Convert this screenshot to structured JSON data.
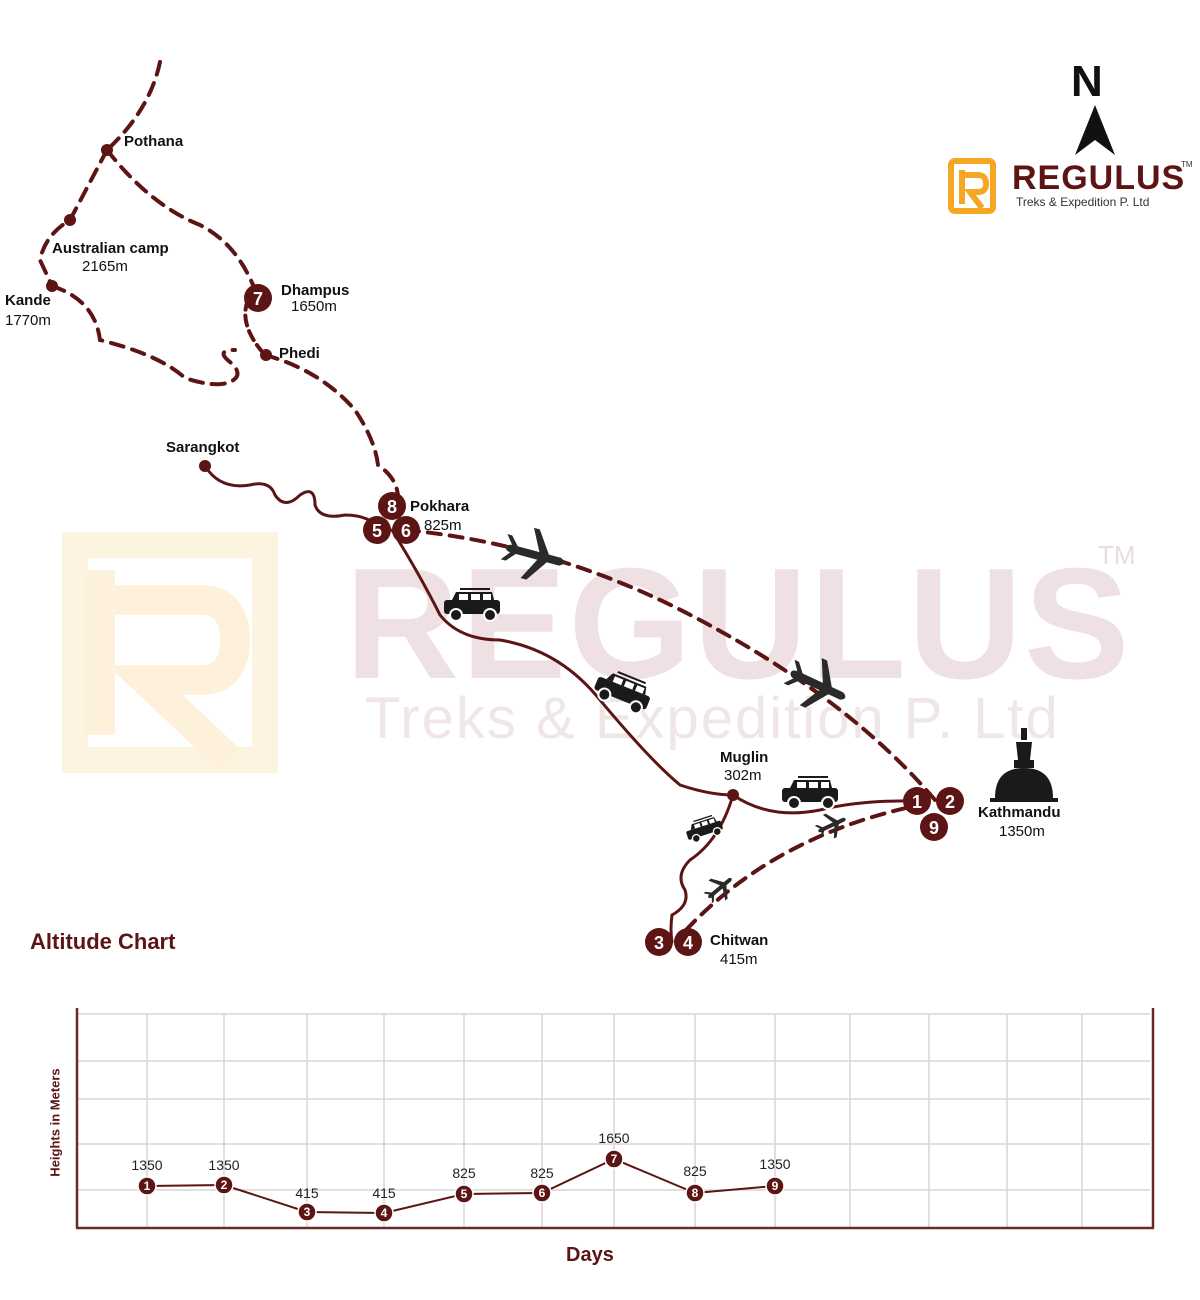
{
  "brand": {
    "name": "REGULUS",
    "tagline": "Treks & Expedition P. Ltd",
    "trademark": "TM",
    "logo_color": "#f5a623",
    "name_color": "#5c1414"
  },
  "compass": {
    "label": "N"
  },
  "watermark": {
    "title": "REGULUS",
    "subtitle": "Treks & Expedition P. Ltd",
    "trademark": "TM"
  },
  "colors": {
    "route": "#5c1414",
    "icon": "#1a1a1a",
    "grid": "#d9d2d4"
  },
  "map": {
    "places": [
      {
        "name": "Pothana",
        "altitude": ""
      },
      {
        "name": "Australian camp",
        "altitude": "2165m"
      },
      {
        "name": "Kande",
        "altitude": "1770m"
      },
      {
        "name": "Dhampus",
        "altitude": "1650m"
      },
      {
        "name": "Phedi",
        "altitude": ""
      },
      {
        "name": "Sarangkot",
        "altitude": ""
      },
      {
        "name": "Pokhara",
        "altitude": "825m"
      },
      {
        "name": "Muglin",
        "altitude": "302m"
      },
      {
        "name": "Kathmandu",
        "altitude": "1350m"
      },
      {
        "name": "Chitwan",
        "altitude": "415m"
      }
    ],
    "day_markers": {
      "pokhara": [
        "8",
        "5",
        "6"
      ],
      "dhampus": [
        "7"
      ],
      "kathmandu": [
        "1",
        "2",
        "9"
      ],
      "chitwan": [
        "3",
        "4"
      ]
    },
    "legend_icons": [
      "jeep-icon",
      "airplane-icon",
      "stupa-icon"
    ]
  },
  "altitude_chart": {
    "title": "Altitude Chart",
    "y_label": "Heights in Meters",
    "x_label": "Days",
    "points": [
      {
        "day": "1",
        "value": "1350"
      },
      {
        "day": "2",
        "value": "1350"
      },
      {
        "day": "3",
        "value": "415"
      },
      {
        "day": "4",
        "value": "415"
      },
      {
        "day": "5",
        "value": "825"
      },
      {
        "day": "6",
        "value": "825"
      },
      {
        "day": "7",
        "value": "1650"
      },
      {
        "day": "8",
        "value": "825"
      },
      {
        "day": "9",
        "value": "1350"
      }
    ]
  },
  "chart_data": {
    "type": "line",
    "title": "Altitude Chart",
    "xlabel": "Days",
    "ylabel": "Heights in Meters",
    "categories": [
      "1",
      "2",
      "3",
      "4",
      "5",
      "6",
      "7",
      "8",
      "9"
    ],
    "values": [
      1350,
      1350,
      415,
      415,
      825,
      825,
      1650,
      825,
      1350
    ],
    "data_labels": [
      "1350",
      "1350",
      "415",
      "415",
      "825",
      "825",
      "1650",
      "825",
      "1350"
    ],
    "grid": true,
    "legend": "none"
  }
}
